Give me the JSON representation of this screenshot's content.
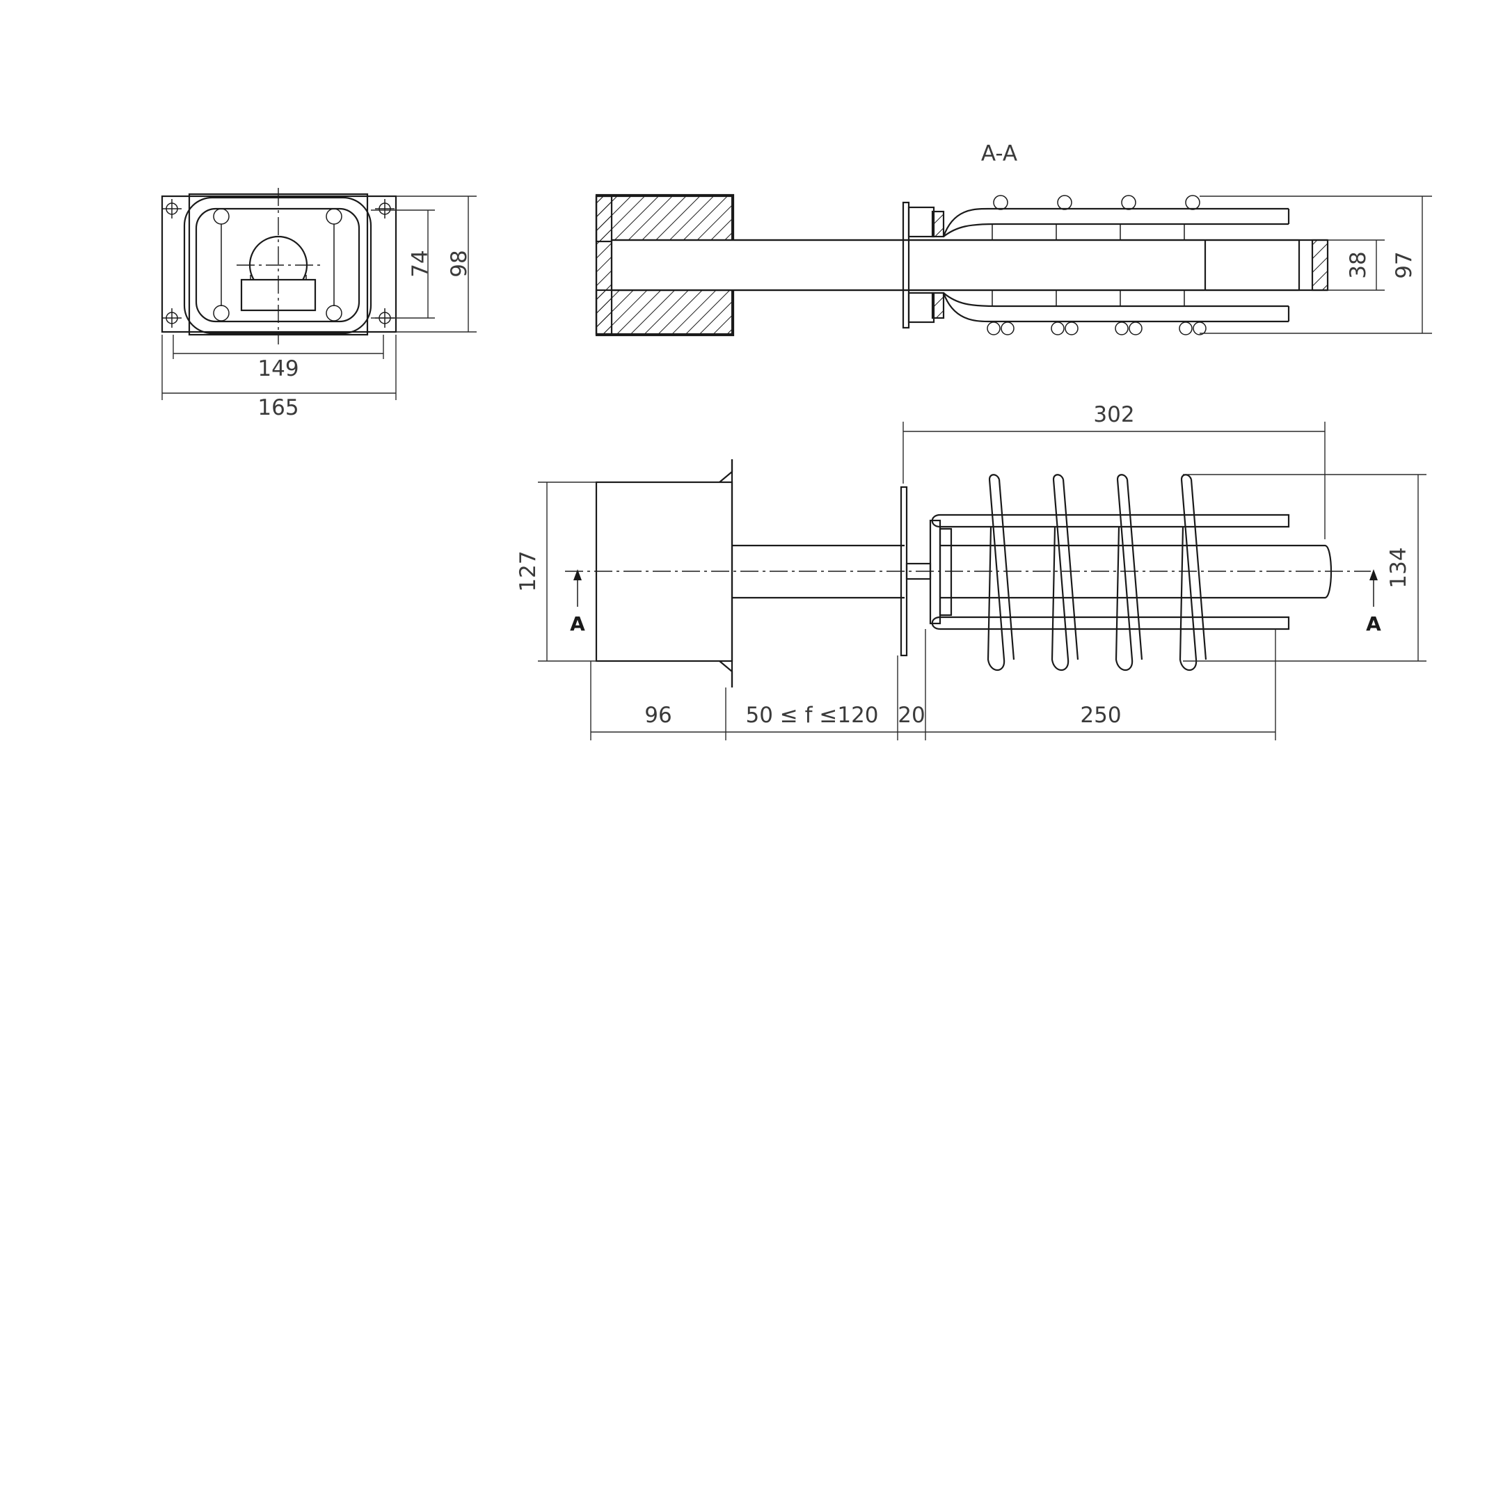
{
  "section_title": "A-A",
  "section_marker": "A",
  "dimensions": {
    "front_inner_height": "74",
    "front_outer_height": "98",
    "front_inner_width": "149",
    "front_outer_width": "165",
    "section_tube_diameter": "38",
    "section_height": "97",
    "side_total_heater_length": "302",
    "side_box_height": "127",
    "side_coil_height": "134",
    "side_box_length": "96",
    "side_adjustable_length": "50 ≤ f ≤120",
    "side_flange_length": "20",
    "side_heater_length": "250"
  }
}
